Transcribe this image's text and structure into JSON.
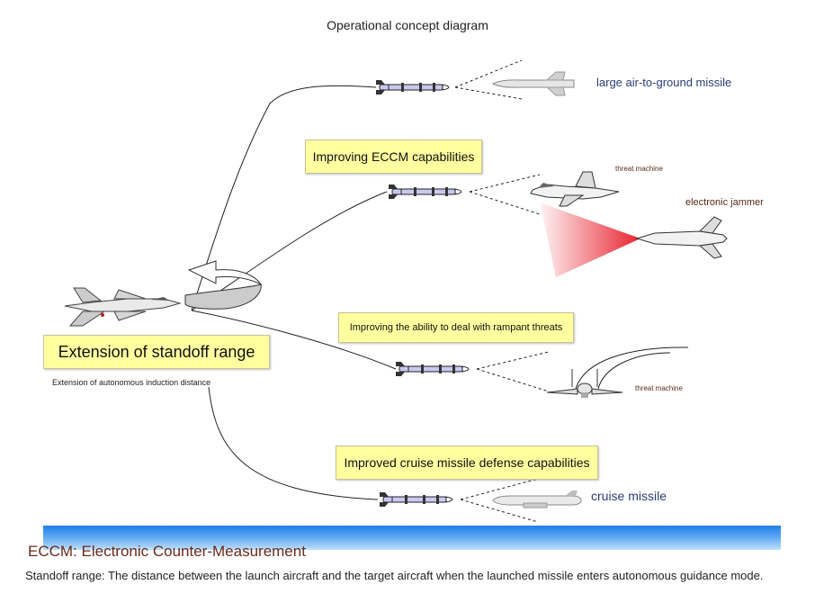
{
  "title": "Operational concept diagram",
  "boxes": {
    "eccm": "Improving ECCM capabilities",
    "standoff": "Extension of standoff range",
    "rampant": "Improving the ability to deal with rampant threats",
    "cruise_defense": "Improved cruise missile defense capabilities"
  },
  "labels": {
    "large_missile": "large air-to-ground missile",
    "threat_machine_1": "threat machine",
    "electronic_jammer": "electronic jammer",
    "threat_machine_2": "threat machine",
    "cruise_missile": "cruise missile",
    "autonomous": "Extension of autonomous induction distance"
  },
  "footer": {
    "eccm": "ECCM: Electronic Counter-Measurement",
    "standoff": "Standoff range: The distance between the launch aircraft and the target aircraft when the launched missile enters autonomous guidance mode."
  },
  "colors": {
    "box_fill": "#ffffa0",
    "band_top": "#1f7fe8",
    "band_bottom": "#bfe0fb",
    "jammer_beam": "#e8232e",
    "missile_body": "#c8c8f0"
  }
}
